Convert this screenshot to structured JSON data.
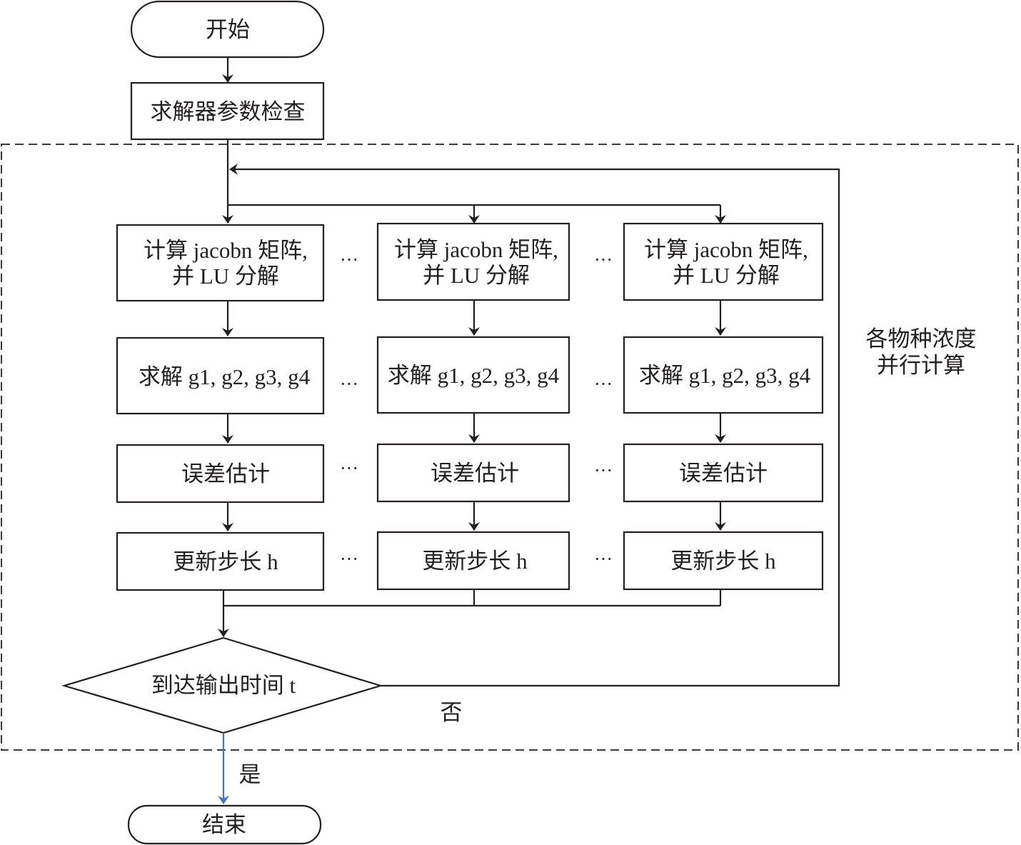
{
  "diagram": {
    "start": "开始",
    "param_check": "求解器参数检查",
    "columns": [
      {
        "jacobian": [
          "计算 jacobn 矩阵,",
          "并 LU 分解"
        ],
        "solve": "求解 g1, g2, g3, g4",
        "error": "误差估计",
        "update": "更新步长 h"
      },
      {
        "jacobian": [
          "计算 jacobn 矩阵,",
          "并 LU 分解"
        ],
        "solve": "求解 g1, g2, g3, g4",
        "error": "误差估计",
        "update": "更新步长 h"
      },
      {
        "jacobian": [
          "计算 jacobn 矩阵,",
          "并 LU 分解"
        ],
        "solve": "求解 g1, g2, g3, g4",
        "error": "误差估计",
        "update": "更新步长 h"
      }
    ],
    "ellipsis": "···",
    "parallel_label": [
      "各物种浓度",
      "并行计算"
    ],
    "decision": "到达输出时间 t",
    "no_label": "否",
    "yes_label": "是",
    "end": "结束",
    "colors": {
      "stroke": "#231f20",
      "yes_arrow": "#4a72b8"
    }
  }
}
